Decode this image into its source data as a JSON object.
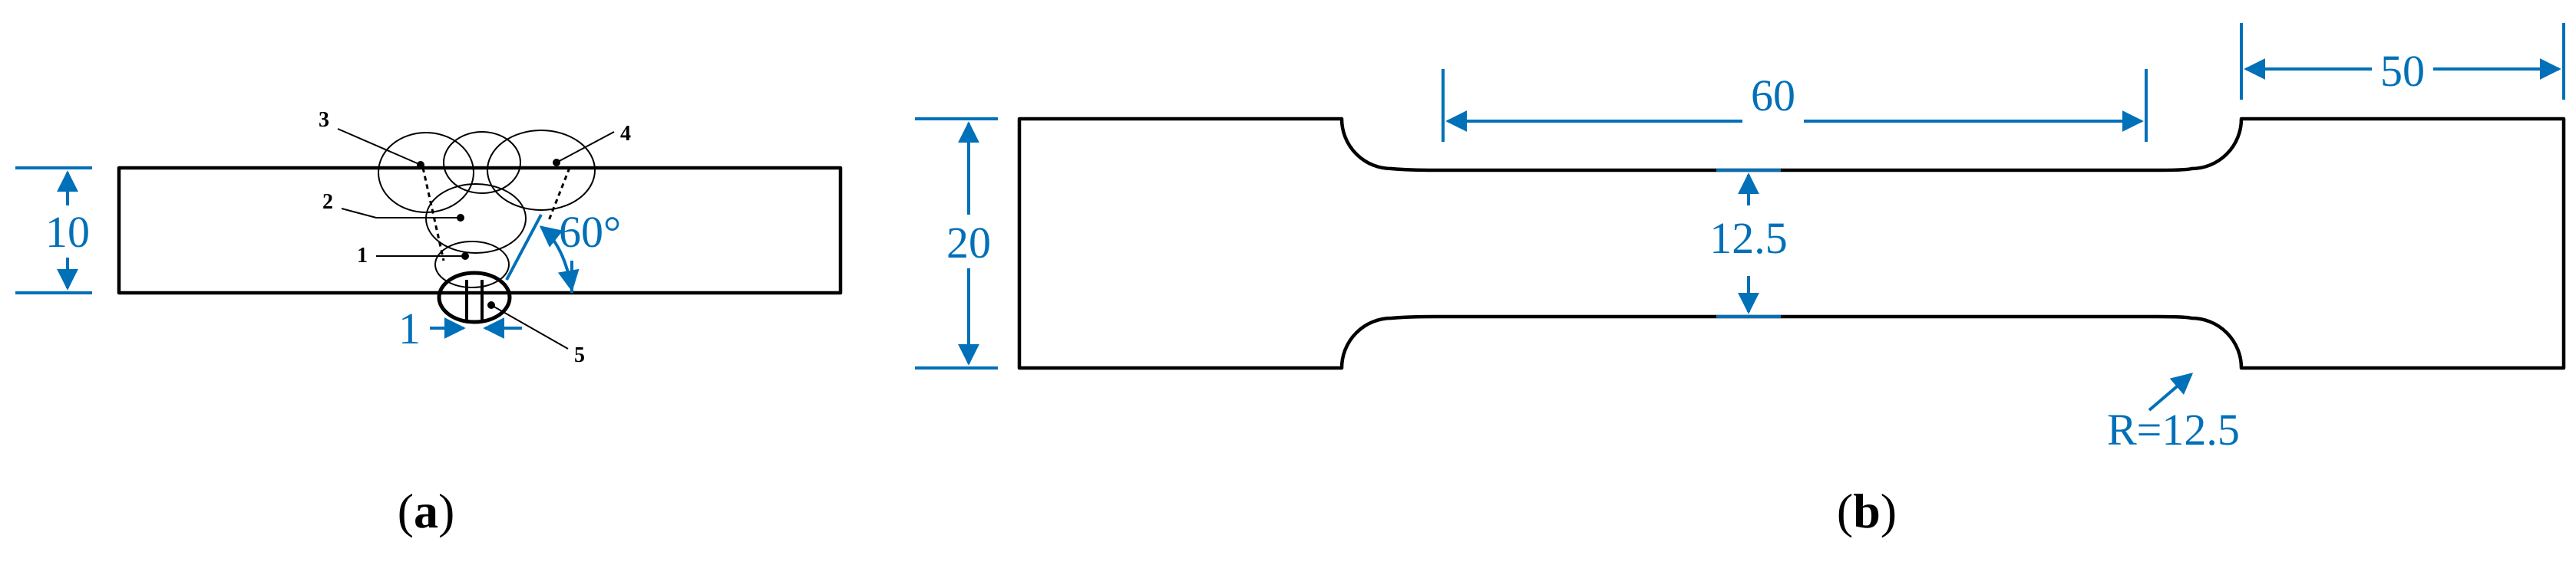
{
  "panel_a": {
    "caption_letter": "a",
    "dimensions": {
      "thickness": "10",
      "gap": "1",
      "angle": "60°"
    },
    "bead_labels": [
      "1",
      "2",
      "3",
      "4",
      "5"
    ]
  },
  "panel_b": {
    "caption_letter": "b",
    "dimensions": {
      "gauge_length": "60",
      "grip_length": "50",
      "width": "20",
      "gauge_width": "12.5",
      "radius": "R=12.5"
    }
  },
  "colors": {
    "dimension": "#0070b8",
    "outline": "#000000"
  }
}
